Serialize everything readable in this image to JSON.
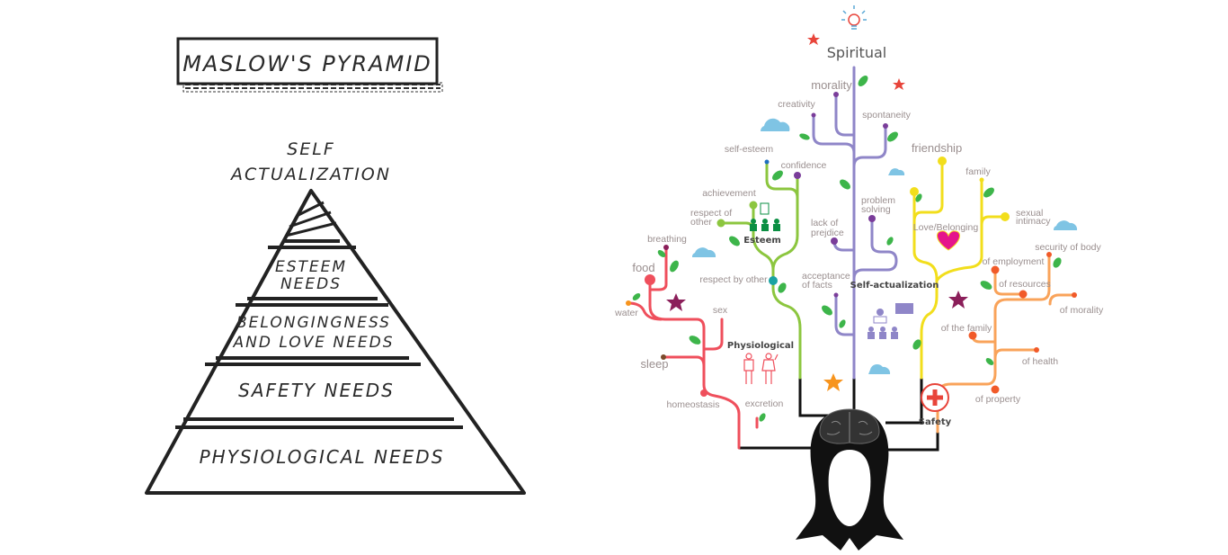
{
  "pyramid": {
    "title": "MASLOW'S PYRAMID",
    "top_line1": "SELF",
    "top_line2": "ACTUALIZATION",
    "esteem_line1": "ESTEEM",
    "esteem_line2": "NEEDS",
    "belonging_line1": "BELONGINGNESS",
    "belonging_line2": "AND LOVE NEEDS",
    "safety": "SAFETY NEEDS",
    "physiological": "PHYSIOLOGICAL NEEDS"
  },
  "tree": {
    "title": "Spiritual",
    "colors": {
      "self_actualization": "#8f86c8",
      "esteem": "#8cc63f",
      "physiological": "#ef4f5c",
      "love": "#f2de1c",
      "safety": "#f9a35a",
      "root": "#111111"
    },
    "categories": {
      "esteem": "Esteem",
      "physiological": "Physiological",
      "self_actualization": "Self-actualization",
      "love": "Love/Belonging",
      "safety": "Safety"
    },
    "labels": {
      "morality": "morality",
      "creativity": "creativity",
      "spontaneity": "spontaneity",
      "self_esteem": "self-esteem",
      "confidence": "confidence",
      "achievement": "achievement",
      "respect_of_other_1": "respect of",
      "respect_of_other_2": "other",
      "breathing": "breathing",
      "food": "food",
      "water": "water",
      "respect_by_other": "respect by other",
      "sex": "sex",
      "sleep": "sleep",
      "homeostasis": "homeostasis",
      "excretion": "excretion",
      "lack_of_prejdice_1": "lack of",
      "lack_of_prejdice_2": "prejdice",
      "problem_solving_1": "problem",
      "problem_solving_2": "solving",
      "acceptance_1": "acceptance",
      "acceptance_2": "of facts",
      "friendship": "friendship",
      "family": "family",
      "sexual_intimacy_1": "sexual",
      "sexual_intimacy_2": "intimacy",
      "security_of_body": "security of body",
      "of_employment": "of employment",
      "of_resources": "of resources",
      "of_morality": "of morality",
      "of_the_family": "of the family",
      "of_health": "of health",
      "of_property": "of property"
    }
  }
}
